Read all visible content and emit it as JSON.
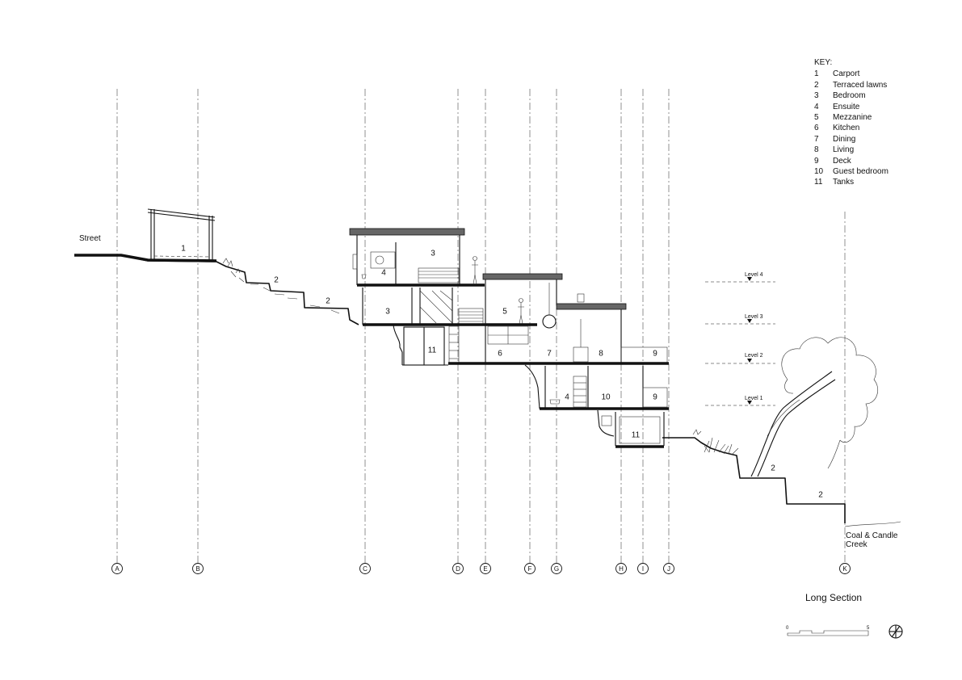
{
  "key": {
    "title": "KEY:",
    "items": [
      {
        "num": "1",
        "label": "Carport"
      },
      {
        "num": "2",
        "label": "Terraced lawns"
      },
      {
        "num": "3",
        "label": "Bedroom"
      },
      {
        "num": "4",
        "label": "Ensuite"
      },
      {
        "num": "5",
        "label": "Mezzanine"
      },
      {
        "num": "6",
        "label": "Kitchen"
      },
      {
        "num": "7",
        "label": "Dining"
      },
      {
        "num": "8",
        "label": "Living"
      },
      {
        "num": "9",
        "label": "Deck"
      },
      {
        "num": "10",
        "label": "Guest bedroom"
      },
      {
        "num": "11",
        "label": "Tanks"
      }
    ]
  },
  "labels": {
    "street": "Street",
    "creek_line1": "Coal & Candle",
    "creek_line2": "Creek",
    "section_title": "Long Section"
  },
  "grid_labels": [
    "A",
    "B",
    "C",
    "D",
    "E",
    "F",
    "G",
    "H",
    "I",
    "J",
    "K"
  ],
  "levels": [
    "Level 4",
    "Level 3",
    "Level 2",
    "Level 1"
  ],
  "rooms": {
    "carport": "1",
    "lawn_upper": "2",
    "lawn_mid": "2",
    "lawn_low_a": "2",
    "lawn_low_b": "2",
    "bedroom_upper": "3",
    "ensuite_upper": "4",
    "bedroom_lower": "3",
    "tanks_upper": "11",
    "mezzanine": "5",
    "kitchen": "6",
    "dining": "7",
    "living": "8",
    "deck_upper": "9",
    "ensuite_lower": "4",
    "guest_bedroom": "10",
    "deck_lower": "9",
    "tanks_lower": "11"
  },
  "scale_bar": {
    "start": "0",
    "end": "5"
  },
  "icons": {
    "north_point": "north-arrow-icon"
  }
}
